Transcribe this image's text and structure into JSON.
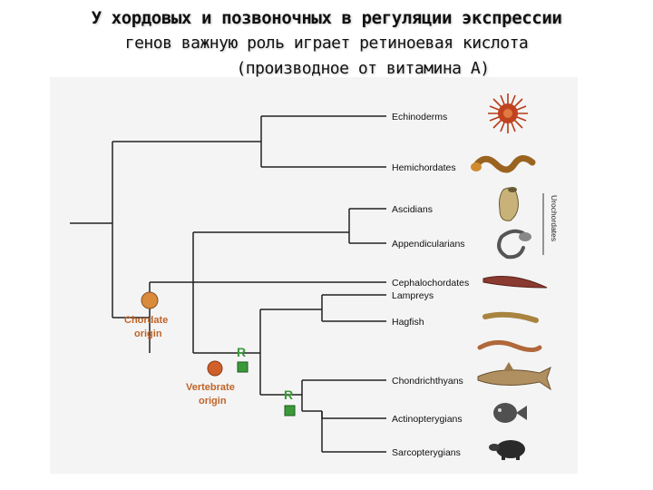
{
  "title": {
    "line1": "У хордовых и позвоночных в регуляции экспрессии",
    "line2": "генов важную роль играет ретиноевая кислота",
    "line3": "(производное от витамина А)"
  },
  "taxa": [
    {
      "id": "echinoderms",
      "label": "Echinoderms",
      "icon": "sea-urchin-icon",
      "color": "#c0431e"
    },
    {
      "id": "hemichordates",
      "label": "Hemichordates",
      "icon": "acorn-worm-icon",
      "color": "#a46a22"
    },
    {
      "id": "ascidians",
      "label": "Ascidians",
      "icon": "ascidian-icon",
      "color": "#c9b27a"
    },
    {
      "id": "appendicularians",
      "label": "Appendicularians",
      "icon": "appendicularian-icon",
      "color": "#6a6a6a"
    },
    {
      "id": "cephalochordates",
      "label": "Cephalochordates",
      "icon": "lancelet-icon",
      "color": "#8a3a30"
    },
    {
      "id": "lampreys",
      "label": "Lampreys",
      "icon": "lamprey-icon",
      "color": "#a88440"
    },
    {
      "id": "hagfish",
      "label": "Hagfish",
      "icon": "hagfish-icon",
      "color": "#b0683a"
    },
    {
      "id": "chondrichthyans",
      "label": "Chondrichthyans",
      "icon": "shark-icon",
      "color": "#b09060"
    },
    {
      "id": "actinopterygians",
      "label": "Actinopterygians",
      "icon": "pufferfish-icon",
      "color": "#505050"
    },
    {
      "id": "sarcopterygians",
      "label": "Sarcopterygians",
      "icon": "turtle-icon",
      "color": "#2a2a2a"
    }
  ],
  "group": {
    "label": "Urochordates"
  },
  "markers": {
    "chordate_origin": {
      "line1": "Chordate",
      "line2": "origin",
      "color": "#d98a3a"
    },
    "vertebrate_origin": {
      "line1": "Vertebrate",
      "line2": "origin",
      "color": "#d0602a"
    },
    "r_label": "R",
    "r_color": "#3a9a3a"
  }
}
